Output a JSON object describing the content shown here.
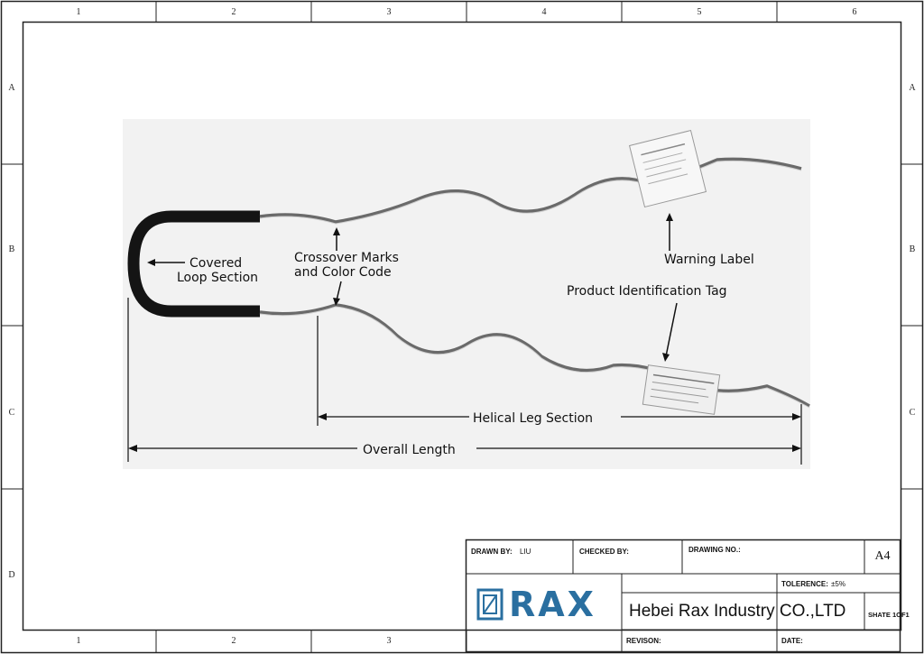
{
  "zones": {
    "columns_top": [
      "1",
      "2",
      "3",
      "4",
      "5",
      "6"
    ],
    "columns_bottom": [
      "1",
      "2",
      "3"
    ],
    "rows": [
      "A",
      "B",
      "C",
      "D"
    ]
  },
  "callouts": {
    "loop": [
      "Covered",
      "Loop Section"
    ],
    "crossover": [
      "Crossover Marks",
      "and Color Code"
    ],
    "warning": "Warning Label",
    "product_tag": "Product Identification Tag",
    "helical": "Helical Leg Section",
    "overall": "Overall Length"
  },
  "title_block": {
    "drawn_by_label": "DRAWN BY:",
    "drawn_by_value": "LIU",
    "checked_by_label": "CHECKED BY:",
    "drawing_no_label": "DRAWING NO.:",
    "sheet_size": "A4",
    "tolerance_label": "TOLERENCE:",
    "tolerance_value": "±5%",
    "logo_text": "RAX",
    "company": "Hebei Rax Industry CO.,LTD",
    "sheet_label": "SHATE 1OF1",
    "revision_label": "REVISON:",
    "date_label": "DATE:"
  },
  "colors": {
    "logo_blue": "#2a6fa0",
    "loop_cover": "#141414",
    "wire": "#6a6a6a"
  }
}
